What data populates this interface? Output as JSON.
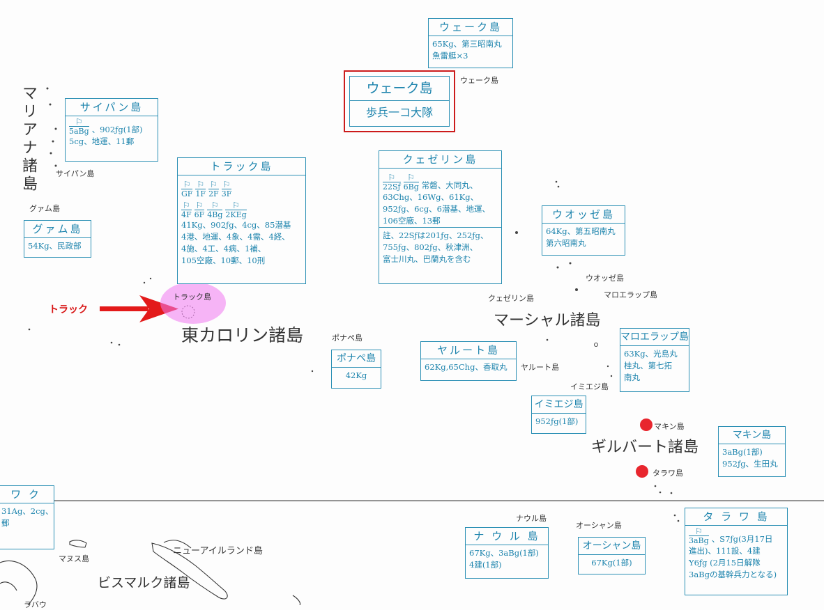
{
  "regions": {
    "mariana": "マリアナ諸島",
    "east_caroline": "東カロリン諸島",
    "marshall": "マーシャル諸島",
    "gilbert": "ギルバート諸島",
    "bismarck": "ビスマルク諸島"
  },
  "places": {
    "wake": "ウェーク島",
    "saipan": "サイパン島",
    "guam": "グァム島",
    "truk": "トラック島",
    "ponape": "ポナペ島",
    "kwajalein": "クェゼリン島",
    "wotje": "ウオッゼ島",
    "maloelap": "マロエラップ島",
    "jaluit": "ヤルート島",
    "mili": "イミエジ島",
    "makin": "マキン島",
    "tarawa": "タラワ島",
    "nauru": "ナウル島",
    "ocean": "オーシャン島",
    "new_ireland": "ニューアイルランド島",
    "manus": "マヌス島",
    "rabaul_partial": "ラバウ"
  },
  "annotation": {
    "arrow_label": "トラック"
  },
  "highlight": {
    "title": "ウェーク島",
    "subtitle": "歩兵一コ大隊"
  },
  "boxes": {
    "wake": {
      "title": "ウェーク島",
      "lines": [
        "65Kg、第三昭南丸",
        "魚雷艇×3"
      ]
    },
    "saipan": {
      "title": "サイパン島",
      "flag_label": "5aBg",
      "line1_after": "、902ƒg(1部)",
      "line2": "5cg、地運、11郵"
    },
    "guam": {
      "title": "グァム島",
      "lines": [
        "54Kg、民政部"
      ]
    },
    "truk": {
      "title": "トラック島",
      "flags1": [
        "GF",
        "1F",
        "2F",
        "3F"
      ],
      "flags2": [
        "4F",
        "6F",
        "4Bg",
        "2KEg"
      ],
      "lines": [
        "41Kg、902ƒg、4cg、85潜基",
        "4港、地運、4象、4需、4経、",
        "4施、4工、4病、1補、",
        "105空廠、10郵、10刑"
      ]
    },
    "kwajalein": {
      "title": "クェゼリン島",
      "flags": [
        "22Sƒ",
        "6Bg"
      ],
      "line1_after": "常磐、大同丸、",
      "lines": [
        "63Chg、16Wg、61Kg、",
        "952ƒg、6cg、6潜基、地運、",
        "106空廠、13郵"
      ],
      "note_lines": [
        "註、22Sƒは201ƒg、252ƒg、",
        "755ƒg、802ƒg、秋津洲、",
        "富士川丸、巴蘭丸を含む"
      ]
    },
    "wotje": {
      "title": "ウオッゼ島",
      "lines": [
        "64Kg、第五昭南丸",
        "第六昭南丸"
      ]
    },
    "maloelap": {
      "title": "マロエラップ島",
      "lines": [
        "63Kg、光島丸",
        "桂丸、第七拓",
        "南丸"
      ]
    },
    "jaluit": {
      "title": "ヤルート島",
      "lines": [
        "62Kg,65Chg、香取丸"
      ]
    },
    "ponape": {
      "title": "ポナペ島",
      "lines": [
        "42Kg"
      ]
    },
    "mili": {
      "title": "イミエジ島",
      "lines": [
        "952ƒg(1部)"
      ]
    },
    "makin": {
      "title": "マキン島",
      "lines": [
        "3aBg(1部)",
        "952ƒg、生田丸"
      ]
    },
    "tarawa": {
      "title": "タ ラ ワ 島",
      "flag_label": "3aBg",
      "line1_after": "、S7ƒg(3月17日",
      "lines": [
        "進出)、111設、4建",
        "Y6ƒg (2月15日解隊",
        "3aBgの基幹兵力となる)"
      ]
    },
    "nauru": {
      "title": "ナ ウ ル 島",
      "lines": [
        "67Kg、3aBg(1部)",
        "4建(1部)"
      ]
    },
    "ocean": {
      "title": "オーシャン島",
      "lines": [
        "67Kg(1部)"
      ]
    },
    "rabaul_partial": {
      "title": "ワ ク",
      "lines": [
        "31Ag、2cg、",
        "郵"
      ]
    }
  },
  "colors": {
    "box": "#2a8fb4",
    "highlight": "#cc1b1b",
    "marker": "#e8262e",
    "circle": "#f078f0"
  }
}
